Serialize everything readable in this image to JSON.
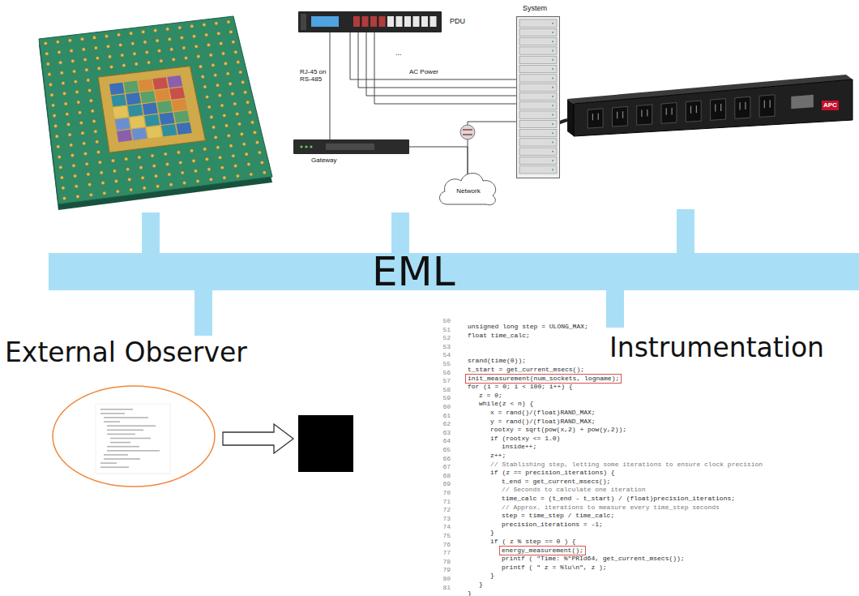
{
  "diagram": {
    "nodes": [
      {
        "text": [
          "EML"
        ]
      },
      {
        "text": [
          "PDU"
        ]
      },
      {
        "text": [
          "System"
        ]
      },
      {
        "text": [
          "Gateway"
        ]
      },
      {
        "text": [
          "Network"
        ]
      }
    ],
    "edges": [
      {
        "from": 1,
        "to": 3,
        "arrow": "none",
        "label": "RJ-45 on RS-485"
      },
      {
        "from": 1,
        "to": 2,
        "arrow": "none",
        "label": "AC Power"
      },
      {
        "from": 1,
        "to": 2,
        "arrow": "none"
      },
      {
        "from": 1,
        "to": 2,
        "arrow": "none"
      },
      {
        "from": 1,
        "to": 2,
        "arrow": "none"
      },
      {
        "from": 3,
        "to": 4,
        "arrow": "none"
      },
      {
        "from": 2,
        "to": 4,
        "arrow": "none"
      }
    ],
    "labels": [
      "...",
      "APC",
      "External Observer",
      "Instrumentation",
      "50",
      "unsigned long step = ULONG_MAX;",
      "51",
      "float time_calc;",
      "52",
      "53",
      "54",
      "srand(time(0));",
      "55",
      "t_start = get_current_msecs();",
      "56",
      "init_measurement(num_sockets, logname);",
      "57",
      "for (i = 0; i < 100; i++) {",
      "58",
      "z = 0;",
      "59",
      "while(z < n) {",
      "60",
      "x = rand()/(float)RAND_MAX;",
      "61",
      "y = rand()/(float)RAND_MAX;",
      "62",
      "rootxy = sqrt(pow(x,2) + pow(y,2));",
      "63",
      "if (rootxy <= 1.0)",
      "64",
      "inside++;",
      "65",
      "z++;",
      "66",
      "// Stablishing step, letting some iterations to ensure clock precision",
      "67",
      "if (z == precision_iterations) {",
      "68",
      "t_end = get_current_msecs();",
      "69",
      "// Seconds to calculate one iteration",
      "70",
      "time_calc = (t_end - t_start) / (float)precision_iterations;",
      "71",
      "// Approx. iterations to measure every time_step seconds",
      "72",
      "step = time_step / time_calc;",
      "73",
      "precision_iterations = -1;",
      "74",
      "}",
      "75",
      "if ( z % step == 0 ) {",
      "76",
      "energy_measurement();",
      "77",
      "printf ( \"Time: %\"PRId64, get_current_msecs());",
      "78",
      "printf ( \" z = %lu\\n\", z );",
      "79",
      "}",
      "80",
      "}",
      "81",
      "}"
    ]
  }
}
